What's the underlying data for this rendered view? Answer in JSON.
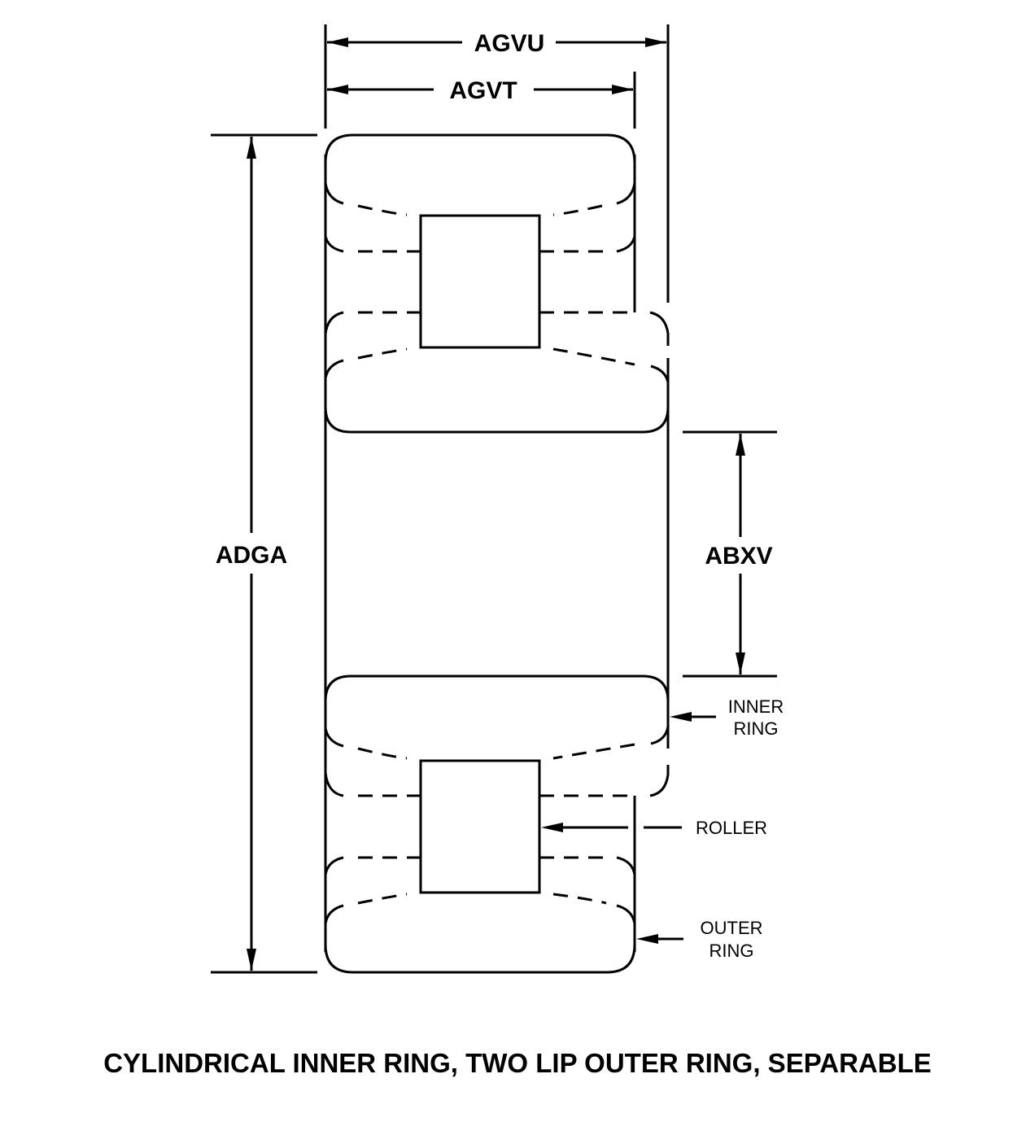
{
  "diagram": {
    "title": "CYLINDRICAL INNER RING, TWO LIP OUTER RING, SEPARABLE",
    "dimensions": {
      "overall_width": "AGVU",
      "outer_ring_width": "AGVT",
      "outside_diameter": "ADGA",
      "bore_diameter": "ABXV"
    },
    "callouts": {
      "inner_ring": [
        "INNER",
        "RING"
      ],
      "roller": "ROLLER",
      "outer_ring": [
        "OUTER",
        "RING"
      ]
    },
    "colors": {
      "line": "#000000",
      "background": "#ffffff"
    }
  }
}
